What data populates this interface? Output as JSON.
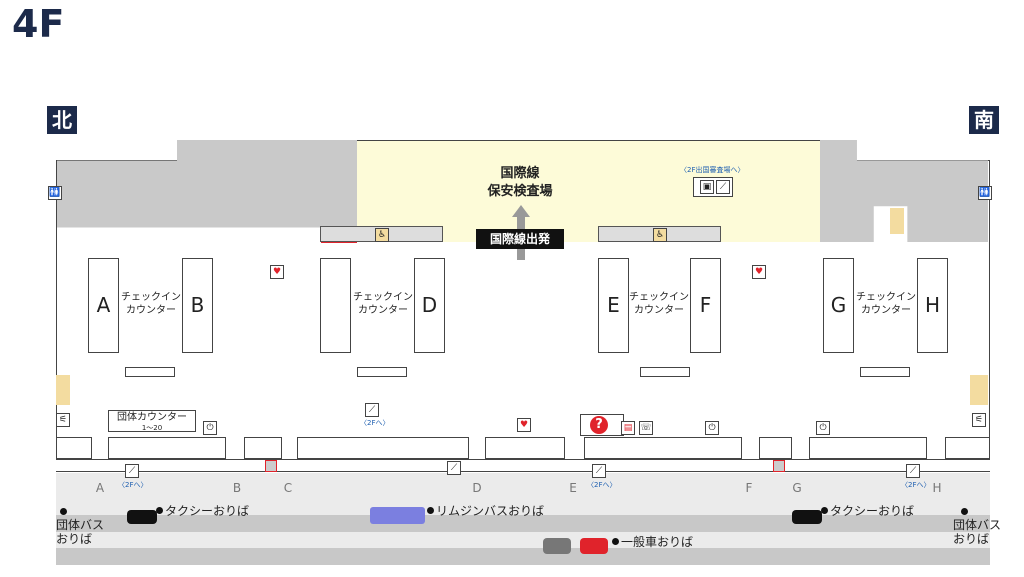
{
  "floor": "4F",
  "compass": {
    "north": "北",
    "south": "南"
  },
  "security": {
    "line1": "国際線",
    "line2": "保安検査場",
    "departure_sign": "国際線出発",
    "to_2f": "〈2F出国審査場へ〉"
  },
  "counters": [
    {
      "letter": "A"
    },
    {
      "letter": "B"
    },
    {
      "letter": "D"
    },
    {
      "letter": "E"
    },
    {
      "letter": "F"
    },
    {
      "letter": "G"
    },
    {
      "letter": "H"
    }
  ],
  "checkin_label": {
    "line1": "チェックイン",
    "line2": "カウンター"
  },
  "group_counter": {
    "label": "団体カウンター",
    "range": "1〜20"
  },
  "escalator_label": "〈2Fへ〉",
  "doors": [
    "A",
    "B",
    "C",
    "D",
    "E",
    "F",
    "G",
    "H"
  ],
  "dropoff": {
    "taxi": "タクシーおりば",
    "limousine": "リムジンバスおりば",
    "general": "一般車おりば",
    "group_bus_line1": "団体バス",
    "group_bus_line2": "おりば"
  },
  "colors": {
    "navy": "#1c2a4a",
    "security": "#fdfbd8",
    "red": "#e0232b",
    "bus": "#7b7fe0"
  }
}
